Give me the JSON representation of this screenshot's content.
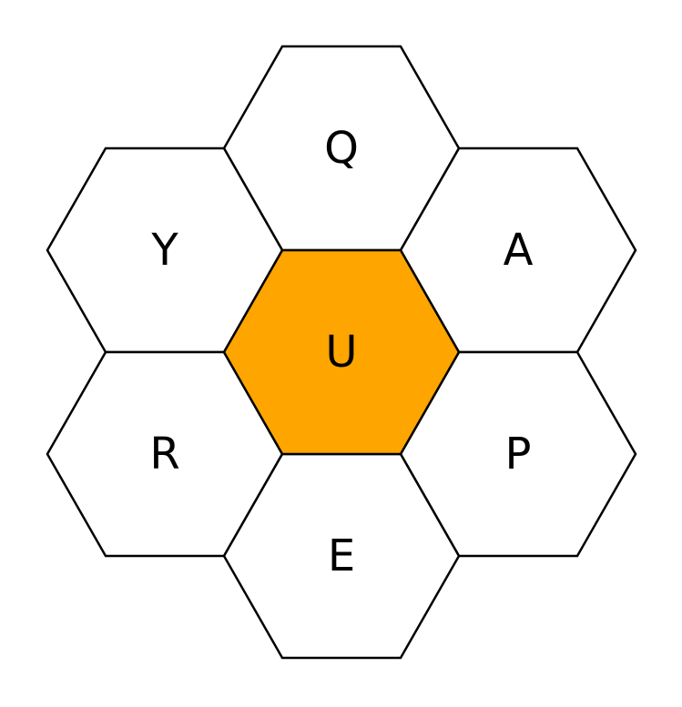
{
  "puzzle": {
    "center_letter": "U",
    "outer_letters": {
      "top": "Q",
      "top_right": "A",
      "bottom_right": "P",
      "bottom": "E",
      "bottom_left": "R",
      "top_left": "Y"
    }
  },
  "colors": {
    "center_fill": "#FFA500",
    "outer_fill": "#FFFFFF",
    "outline": "#000000",
    "letter": "#000000"
  }
}
